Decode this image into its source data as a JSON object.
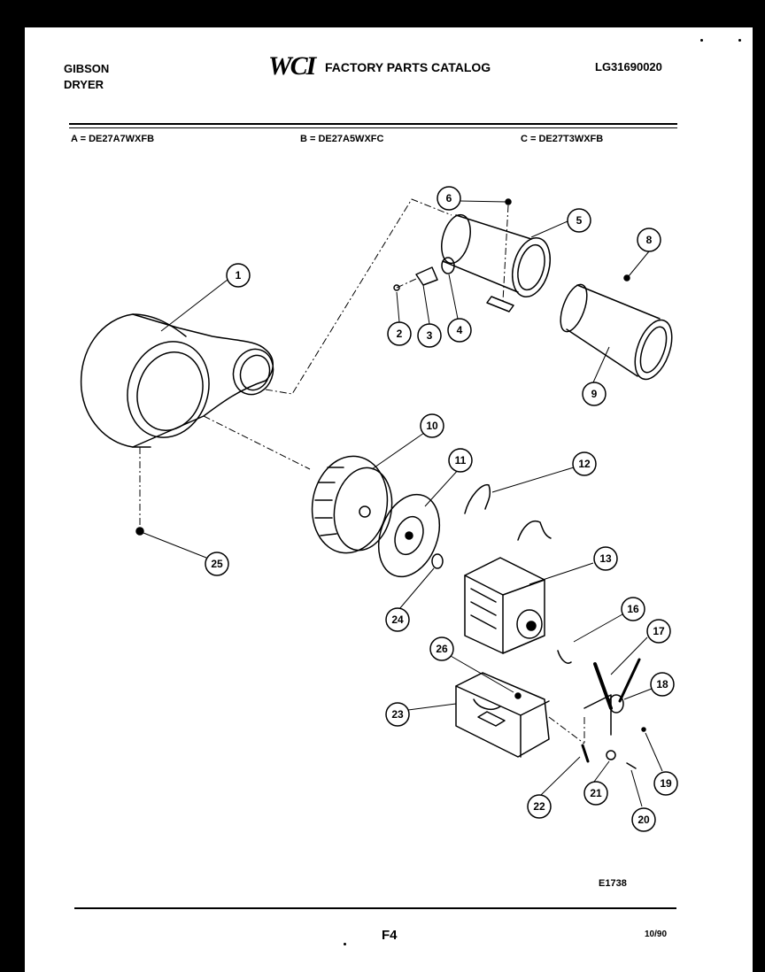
{
  "header": {
    "brand_line1": "GIBSON",
    "brand_line2": "DRYER",
    "logo_text": "WCI",
    "catalog_title": "FACTORY PARTS CATALOG",
    "catalog_code": "LG31690020"
  },
  "models": {
    "a": "A = DE27A7WXFB",
    "b": "B = DE27A5WXFC",
    "c": "C = DE27T3WXFB"
  },
  "diagram": {
    "part_callouts": [
      "1",
      "2",
      "3",
      "4",
      "5",
      "6",
      "8",
      "9",
      "10",
      "11",
      "12",
      "13",
      "16",
      "17",
      "18",
      "19",
      "20",
      "21",
      "22",
      "23",
      "24",
      "25",
      "26"
    ],
    "diagram_id": "E1738"
  },
  "footer": {
    "page": "F4",
    "date": "10/90"
  },
  "colors": {
    "ink": "#000000",
    "paper": "#ffffff",
    "border": "#000000"
  }
}
